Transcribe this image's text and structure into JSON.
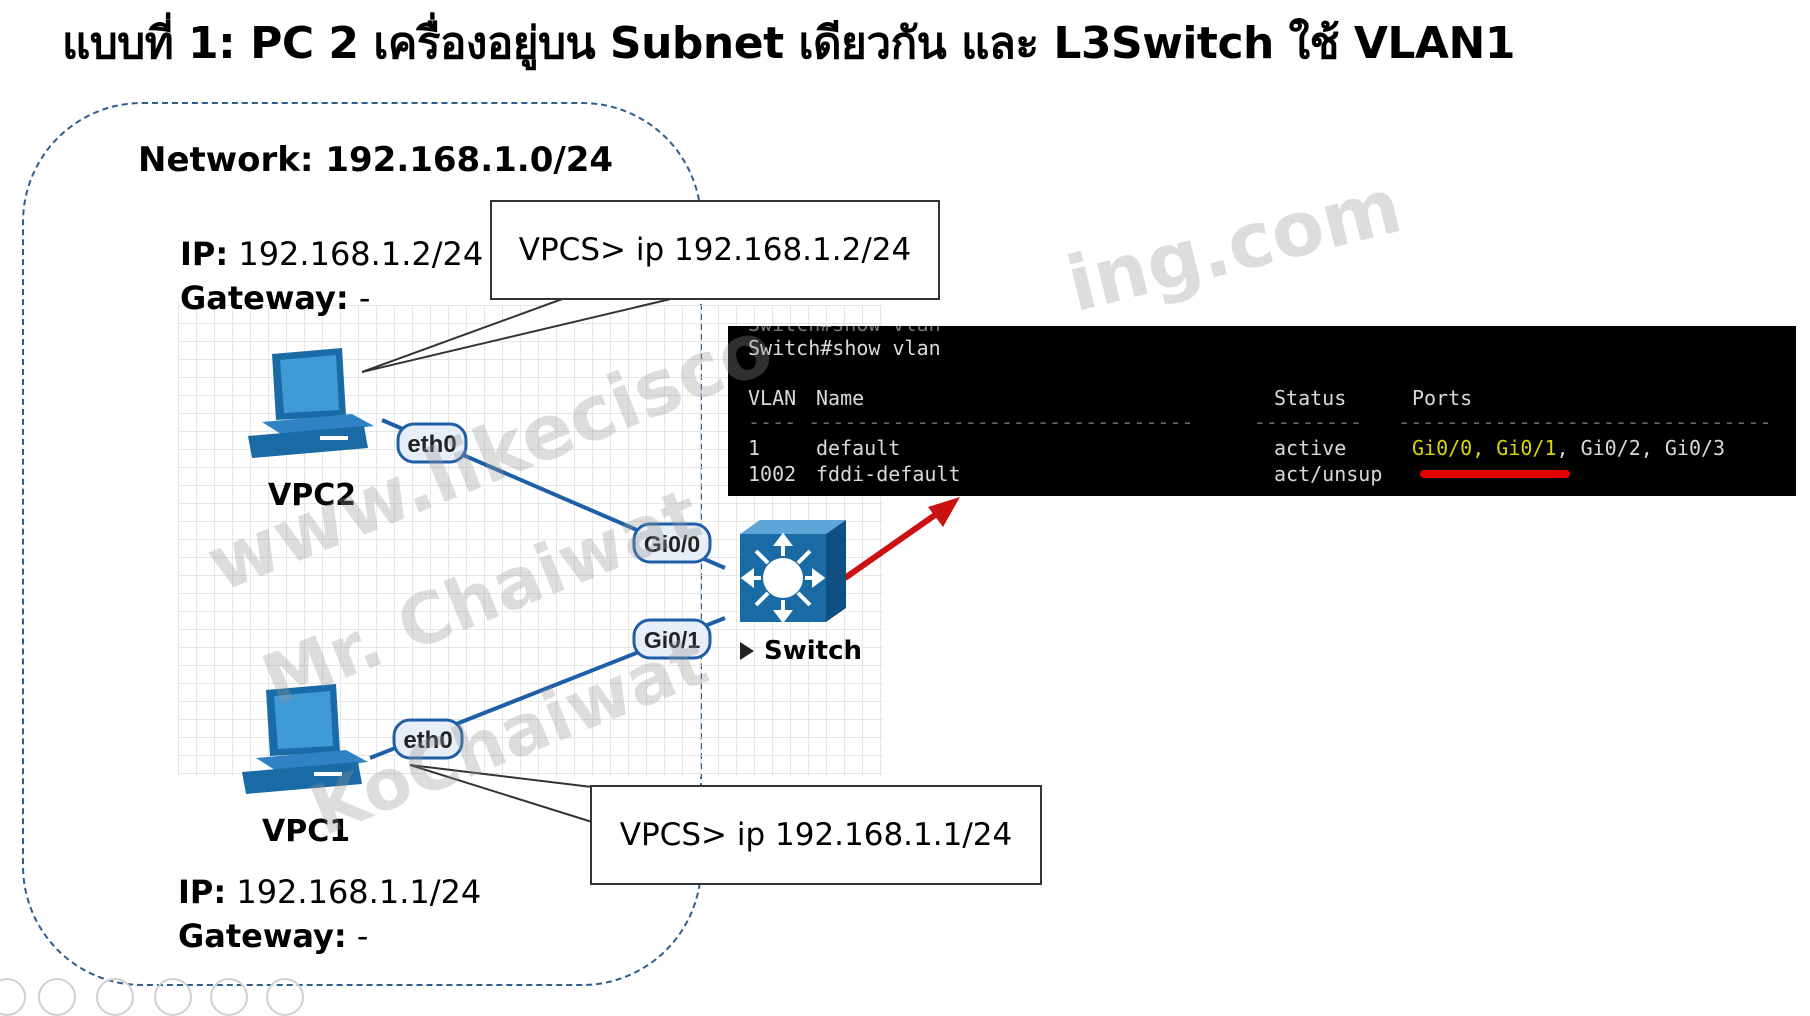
{
  "title": "แบบที่ 1: PC 2 เครื่องอยู่บน Subnet เดียวกัน และ L3Switch ใช้ VLAN1",
  "network": {
    "label": "Network: 192.168.1.0/24"
  },
  "vpc2": {
    "name": "VPC2",
    "ip_label": "IP:",
    "ip_value": " 192.168.1.2/24",
    "gw_label": "Gateway:",
    "gw_value": " -",
    "interface": "eth0",
    "command": "VPCS> ip 192.168.1.2/24"
  },
  "vpc1": {
    "name": "VPC1",
    "ip_label": "IP:",
    "ip_value": " 192.168.1.1/24",
    "gw_label": "Gateway:",
    "gw_value": " -",
    "interface": "eth0",
    "command": "VPCS> ip 192.168.1.1/24"
  },
  "switch": {
    "name": "Switch",
    "port_top": "Gi0/0",
    "port_bottom": "Gi0/1"
  },
  "terminal": {
    "prompt": "Switch#show vlan",
    "header_vlan": "VLAN",
    "header_name": "Name",
    "header_status": "Status",
    "header_ports": "Ports",
    "rows": [
      {
        "vlan": "1",
        "name": "default",
        "status": "active",
        "ports_highlight": "Gi0/0, Gi0/1",
        "ports_rest": ", Gi0/2, Gi0/3"
      },
      {
        "vlan": "1002",
        "name": "fddi-default",
        "status": "act/unsup"
      }
    ]
  },
  "watermarks": [
    "www.likecisco",
    "Mr. Chaiwat",
    "KoChaiwat",
    "ing.com"
  ],
  "colors": {
    "link": "#1f5fa8",
    "arrow": "#cc1111",
    "underline": "#e00000",
    "device": "#1a6aa5",
    "highlight": "#d8d800"
  },
  "icons": [
    "pc-icon",
    "multilayer-switch-icon",
    "play-icon"
  ]
}
